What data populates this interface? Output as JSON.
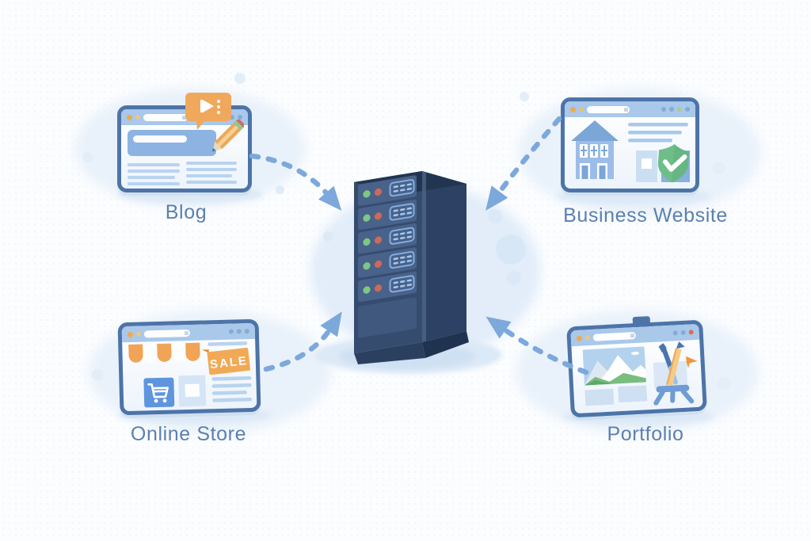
{
  "diagram": {
    "type": "hub-and-spoke",
    "hub": {
      "name": "web-hosting-server",
      "rack_units": 5,
      "leds_per_unit": [
        "green",
        "red"
      ]
    },
    "nodes": [
      {
        "id": "blog",
        "label": "Blog",
        "position": "top-left",
        "icons": [
          "video-bubble-icon",
          "pencil-icon"
        ]
      },
      {
        "id": "business-website",
        "label": "Business Website",
        "position": "top-right",
        "icons": [
          "building-icon",
          "shield-check-icon"
        ]
      },
      {
        "id": "online-store",
        "label": "Online Store",
        "position": "bottom-left",
        "icons": [
          "awning-icon",
          "sale-tag-icon",
          "cart-icon"
        ],
        "sale_tag_text": "SALE"
      },
      {
        "id": "portfolio",
        "label": "Portfolio",
        "position": "bottom-right",
        "icons": [
          "landscape-image-icon",
          "easel-icon",
          "pencil-icon",
          "brush-icon",
          "paper-plane-icon"
        ]
      }
    ],
    "arrows": [
      {
        "from": "blog",
        "to": "web-hosting-server",
        "style": "dashed-curve"
      },
      {
        "from": "business-website",
        "to": "web-hosting-server",
        "style": "dashed-curve"
      },
      {
        "from": "online-store",
        "to": "web-hosting-server",
        "style": "dashed-curve"
      },
      {
        "from": "portfolio",
        "to": "web-hosting-server",
        "style": "dashed-curve"
      }
    ],
    "colors": {
      "background": "#fbfdff",
      "blob": "#e9f1fa",
      "card_border": "#4d74a8",
      "topbar": "#a9c8ea",
      "accent_orange": "#f0a455",
      "accent_green": "#6fbe8a",
      "arrow": "#7da8dc",
      "label_text": "#5b80ae",
      "server_front": "#354c6f",
      "server_side": "#2c4163",
      "server_unit": "#48628a",
      "led_green": "#7dc884",
      "led_red": "#cf675a",
      "text_line": "#b9d3ef"
    }
  }
}
